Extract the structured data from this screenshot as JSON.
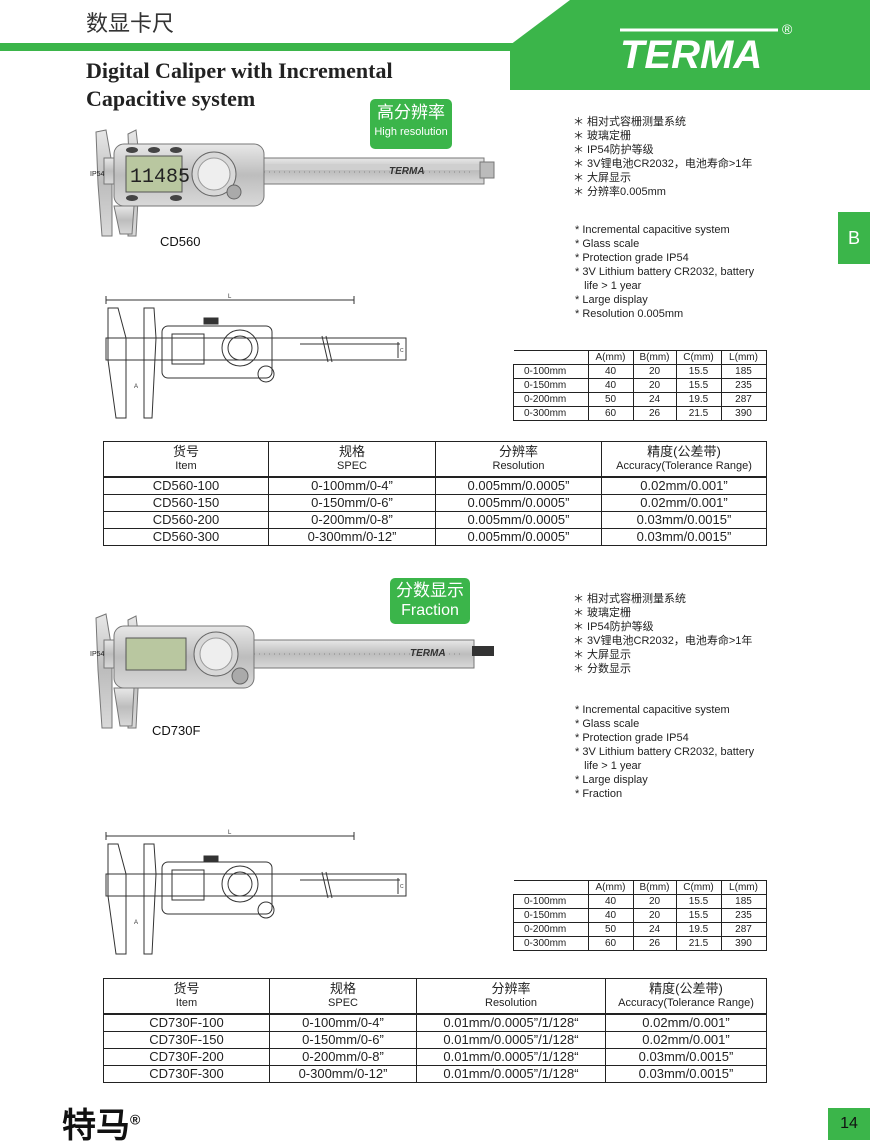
{
  "header": {
    "cn_title": "数显卡尺",
    "brand": "TERMA",
    "registered": "®"
  },
  "title": {
    "line1": "Digital Caliper with Incremental",
    "line2": "Capacitive system"
  },
  "section_tab": "B",
  "product1": {
    "badge_cn": "高分辨率",
    "badge_en": "High resolution",
    "model": "CD560",
    "lcd_value": "11485",
    "features_cn": [
      "＊ 相对式容栅测量系统",
      "＊ 玻璃定栅",
      "＊ IP54防护等级",
      "＊ 3V锂电池CR2032，电池寿命>1年",
      "＊ 大屏显示",
      "＊ 分辨率0.005mm"
    ],
    "features_en": [
      "* Incremental capacitive system",
      "* Glass scale",
      "* Protection grade IP54",
      "* 3V Lithium battery CR2032, battery",
      "   life > 1 year",
      "* Large display",
      "* Resolution 0.005mm"
    ],
    "dim_table": {
      "headers": [
        "A(mm)",
        "B(mm)",
        "C(mm)",
        "L(mm)"
      ],
      "rows": [
        [
          "0-100mm",
          "40",
          "20",
          "15.5",
          "185"
        ],
        [
          "0-150mm",
          "40",
          "20",
          "15.5",
          "235"
        ],
        [
          "0-200mm",
          "50",
          "24",
          "19.5",
          "287"
        ],
        [
          "0-300mm",
          "60",
          "26",
          "21.5",
          "390"
        ]
      ]
    },
    "spec_table": {
      "headers": [
        {
          "cn": "货号",
          "en": "Item"
        },
        {
          "cn": "规格",
          "en": "SPEC"
        },
        {
          "cn": "分辨率",
          "en": "Resolution"
        },
        {
          "cn": "精度(公差带)",
          "en": "Accuracy(Tolerance Range)"
        }
      ],
      "rows": [
        [
          "CD560-100",
          "0-100mm/0-4”",
          "0.005mm/0.0005”",
          "0.02mm/0.001”"
        ],
        [
          "CD560-150",
          "0-150mm/0-6”",
          "0.005mm/0.0005”",
          "0.02mm/0.001”"
        ],
        [
          "CD560-200",
          "0-200mm/0-8”",
          "0.005mm/0.0005”",
          "0.03mm/0.0015”"
        ],
        [
          "CD560-300",
          "0-300mm/0-12”",
          "0.005mm/0.0005”",
          "0.03mm/0.0015”"
        ]
      ]
    }
  },
  "product2": {
    "badge_cn": "分数显示",
    "badge_en": "Fraction",
    "model": "CD730F",
    "features_cn": [
      "＊ 相对式容栅测量系统",
      "＊ 玻璃定栅",
      "＊ IP54防护等级",
      "＊ 3V锂电池CR2032，电池寿命>1年",
      "＊ 大屏显示",
      "＊ 分数显示"
    ],
    "features_en": [
      "* Incremental capacitive system",
      "* Glass scale",
      "* Protection grade IP54",
      "* 3V Lithium battery CR2032, battery",
      "   life > 1 year",
      "* Large display",
      "* Fraction"
    ],
    "dim_table": {
      "headers": [
        "A(mm)",
        "B(mm)",
        "C(mm)",
        "L(mm)"
      ],
      "rows": [
        [
          "0-100mm",
          "40",
          "20",
          "15.5",
          "185"
        ],
        [
          "0-150mm",
          "40",
          "20",
          "15.5",
          "235"
        ],
        [
          "0-200mm",
          "50",
          "24",
          "19.5",
          "287"
        ],
        [
          "0-300mm",
          "60",
          "26",
          "21.5",
          "390"
        ]
      ]
    },
    "spec_table": {
      "headers": [
        {
          "cn": "货号",
          "en": "Item"
        },
        {
          "cn": "规格",
          "en": "SPEC"
        },
        {
          "cn": "分辨率",
          "en": "Resolution"
        },
        {
          "cn": "精度(公差带)",
          "en": "Accuracy(Tolerance Range)"
        }
      ],
      "rows": [
        [
          "CD730F-100",
          "0-100mm/0-4”",
          "0.01mm/0.0005”/1/128“",
          "0.02mm/0.001”"
        ],
        [
          "CD730F-150",
          "0-150mm/0-6”",
          "0.01mm/0.0005”/1/128“",
          "0.02mm/0.001”"
        ],
        [
          "CD730F-200",
          "0-200mm/0-8”",
          "0.01mm/0.0005”/1/128“",
          "0.03mm/0.0015”"
        ],
        [
          "CD730F-300",
          "0-300mm/0-12”",
          "0.01mm/0.0005”/1/128“",
          "0.03mm/0.0015”"
        ]
      ]
    }
  },
  "footer": {
    "cn_brand": "特马",
    "registered": "®",
    "page_number": "14"
  },
  "colors": {
    "accent": "#3bb54a"
  }
}
